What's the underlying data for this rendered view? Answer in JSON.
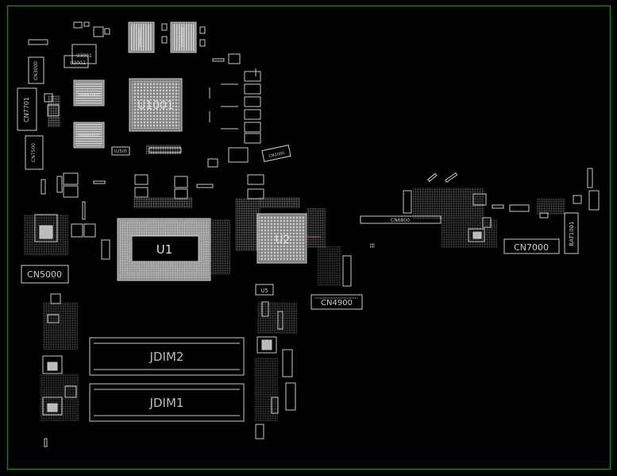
{
  "board": {
    "outline_color": "#1e7a1e",
    "component_color": "#bfbfbf",
    "chip_fill": "#9a9a9a",
    "background": "#000000"
  },
  "labels": {
    "u1001": "U1001",
    "u1": "U1",
    "u2": "U2",
    "jdim1": "JDIM1",
    "jdim2": "JDIM2",
    "cn5000": "CN5000",
    "cn7000": "CN7000",
    "cn4900": "CN4900",
    "cn6800": "CN6800",
    "cn7701": "CN7701",
    "cn7500": "CN7500",
    "cn3000": "CN3000",
    "cn2000": "CN2000",
    "bat1001": "BAT1001",
    "u3002": "U3002",
    "u3001": "U3001",
    "u2505": "U2505",
    "u5": "U5",
    "vram1002": "VRAM1002",
    "vram1003": "VRAM1003",
    "vram_a": "VRAM1001",
    "vram_b": "VRAM1004"
  }
}
